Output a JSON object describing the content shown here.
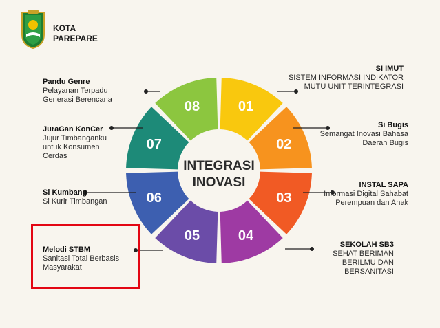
{
  "header": {
    "title_line1": "KOTA",
    "title_line2": "PAREPARE"
  },
  "center": {
    "line1": "INTEGRASI",
    "line2": "INOVASI"
  },
  "segments": [
    {
      "number": "01",
      "color": "#f9c80e",
      "title": "SI IMUT",
      "desc": "SISTEM INFORMASI INDIKATOR MUTU UNIT TERINTEGRASI"
    },
    {
      "number": "02",
      "color": "#f7931e",
      "title": "Si Bugis",
      "desc": "Semangat Inovasi Bahasa Daerah Bugis"
    },
    {
      "number": "03",
      "color": "#f15a24",
      "title": "INSTAL SAPA",
      "desc": "Informasi Digital Sahabat Perempuan dan Anak"
    },
    {
      "number": "04",
      "color": "#9e3aa3",
      "title": "SEKOLAH SB3",
      "desc": "SEHAT BERIMAN BERILMU DAN BERSANITASI"
    },
    {
      "number": "05",
      "color": "#6b4ca8",
      "title": "Melodi STBM",
      "desc": "Sanitasi Total Berbasis Masyarakat"
    },
    {
      "number": "06",
      "color": "#3d5fb0",
      "title": "Si Kumbang",
      "desc": "Si Kurir Timbangan"
    },
    {
      "number": "07",
      "color": "#1d8a78",
      "title": "JuraGan KonCer",
      "desc": "Jujur Timbanganku untuk Konsumen Cerdas"
    },
    {
      "number": "08",
      "color": "#8cc63f",
      "title": "Pandu Genre",
      "desc": "Pelayanan Terpadu Generasi Berencana"
    }
  ],
  "colors": {
    "background": "#f8f5ee",
    "highlight_box": "#e30613",
    "connector": "#222222"
  }
}
